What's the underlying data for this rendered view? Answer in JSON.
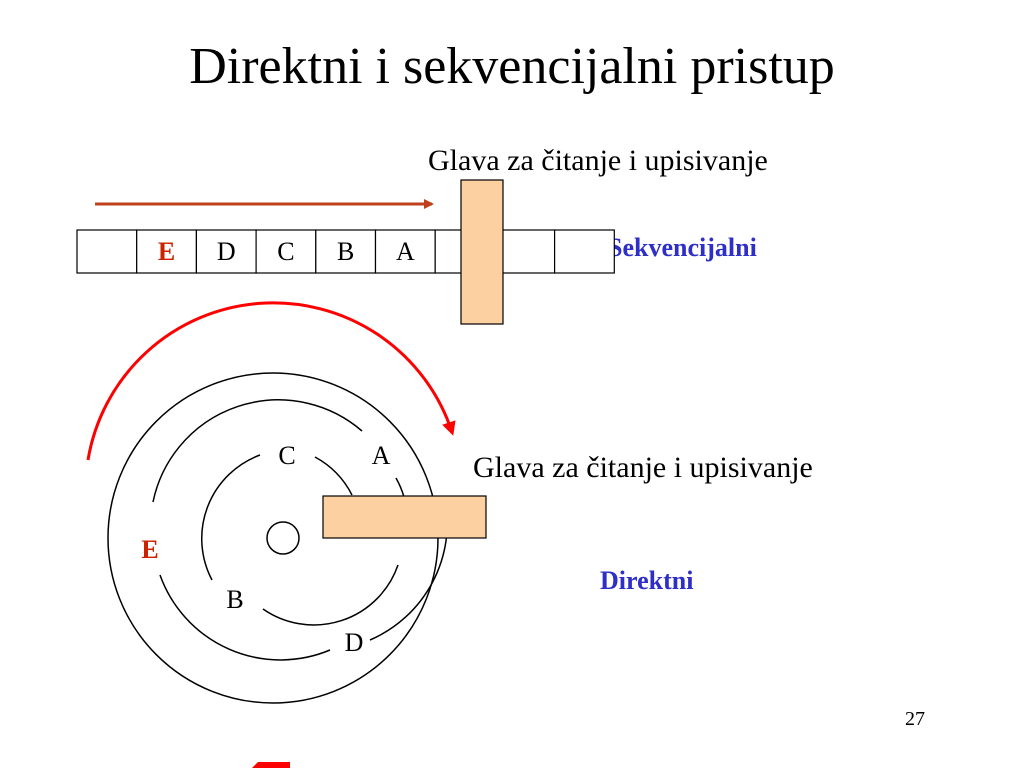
{
  "slide": {
    "title": "Direktni i sekvencijalni pristup",
    "page_number": "27"
  },
  "sequential": {
    "head_label": "Glava za čitanje i upisivanje",
    "kind_label": "Sekvencijalni",
    "cells": [
      "",
      "E",
      "D",
      "C",
      "B",
      "A",
      "",
      "",
      ""
    ],
    "highlight_cell": "E"
  },
  "direct": {
    "head_label": "Glava za čitanje i upisivanje",
    "kind_label": "Direktni",
    "labels": {
      "a": "A",
      "b": "B",
      "c": "C",
      "d": "D",
      "e": "E"
    }
  },
  "colors": {
    "text": "#000000",
    "arrow_sequential": "#c0401c",
    "arrow_direct": "#ff0000",
    "head_fill": "#fdd0a2",
    "highlight_letter": "#cc2200",
    "kind_label": "#2e2ec8"
  }
}
